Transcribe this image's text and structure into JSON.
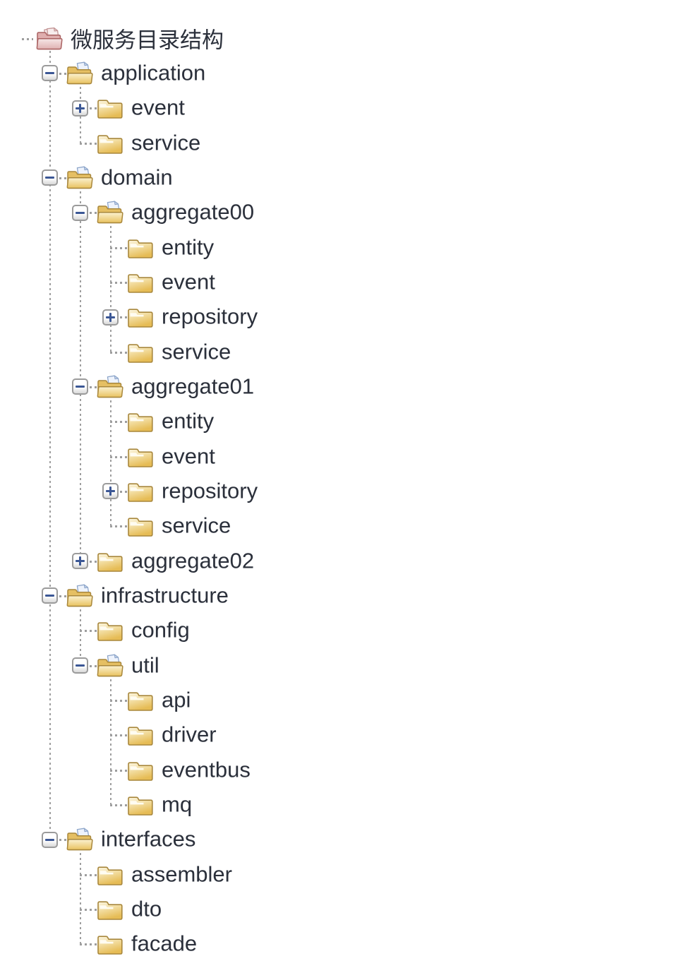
{
  "tree": {
    "nodes": [
      {
        "label": "微服务目录结构",
        "level": 0,
        "icon": "folder-root-open",
        "toggle": "none"
      },
      {
        "label": "application",
        "level": 1,
        "icon": "folder-open",
        "toggle": "minus"
      },
      {
        "label": "event",
        "level": 2,
        "icon": "folder-closed",
        "toggle": "plus"
      },
      {
        "label": "service",
        "level": 2,
        "icon": "folder-closed",
        "toggle": "none"
      },
      {
        "label": "domain",
        "level": 1,
        "icon": "folder-open",
        "toggle": "minus"
      },
      {
        "label": "aggregate00",
        "level": 2,
        "icon": "folder-open",
        "toggle": "minus"
      },
      {
        "label": "entity",
        "level": 3,
        "icon": "folder-closed",
        "toggle": "none"
      },
      {
        "label": "event",
        "level": 3,
        "icon": "folder-closed",
        "toggle": "none"
      },
      {
        "label": "repository",
        "level": 3,
        "icon": "folder-closed",
        "toggle": "plus"
      },
      {
        "label": "service",
        "level": 3,
        "icon": "folder-closed",
        "toggle": "none"
      },
      {
        "label": "aggregate01",
        "level": 2,
        "icon": "folder-open",
        "toggle": "minus"
      },
      {
        "label": "entity",
        "level": 3,
        "icon": "folder-closed",
        "toggle": "none"
      },
      {
        "label": "event",
        "level": 3,
        "icon": "folder-closed",
        "toggle": "none"
      },
      {
        "label": "repository",
        "level": 3,
        "icon": "folder-closed",
        "toggle": "plus"
      },
      {
        "label": "service",
        "level": 3,
        "icon": "folder-closed",
        "toggle": "none"
      },
      {
        "label": "aggregate02",
        "level": 2,
        "icon": "folder-closed",
        "toggle": "plus"
      },
      {
        "label": "infrastructure",
        "level": 1,
        "icon": "folder-open",
        "toggle": "minus"
      },
      {
        "label": "config",
        "level": 2,
        "icon": "folder-closed",
        "toggle": "none"
      },
      {
        "label": "util",
        "level": 2,
        "icon": "folder-open",
        "toggle": "minus"
      },
      {
        "label": "api",
        "level": 3,
        "icon": "folder-closed",
        "toggle": "none"
      },
      {
        "label": "driver",
        "level": 3,
        "icon": "folder-closed",
        "toggle": "none"
      },
      {
        "label": "eventbus",
        "level": 3,
        "icon": "folder-closed",
        "toggle": "none"
      },
      {
        "label": "mq",
        "level": 3,
        "icon": "folder-closed",
        "toggle": "none"
      },
      {
        "label": "interfaces",
        "level": 1,
        "icon": "folder-open",
        "toggle": "minus"
      },
      {
        "label": "assembler",
        "level": 2,
        "icon": "folder-closed",
        "toggle": "none"
      },
      {
        "label": "dto",
        "level": 2,
        "icon": "folder-closed",
        "toggle": "none"
      },
      {
        "label": "facade",
        "level": 2,
        "icon": "folder-closed",
        "toggle": "none"
      }
    ]
  },
  "colors": {
    "background": "#ffffff",
    "label_text": "#2b303b",
    "connector_gray": "#9e9e9e",
    "toggle_border": "#9b9b9b",
    "toggle_glyph_blue": "#3b5795",
    "folder_gold": "#e6bc55",
    "folder_gold_light": "#fcf6e0",
    "folder_red": "#e0b2b2",
    "page_blue": "#eef3fc"
  }
}
